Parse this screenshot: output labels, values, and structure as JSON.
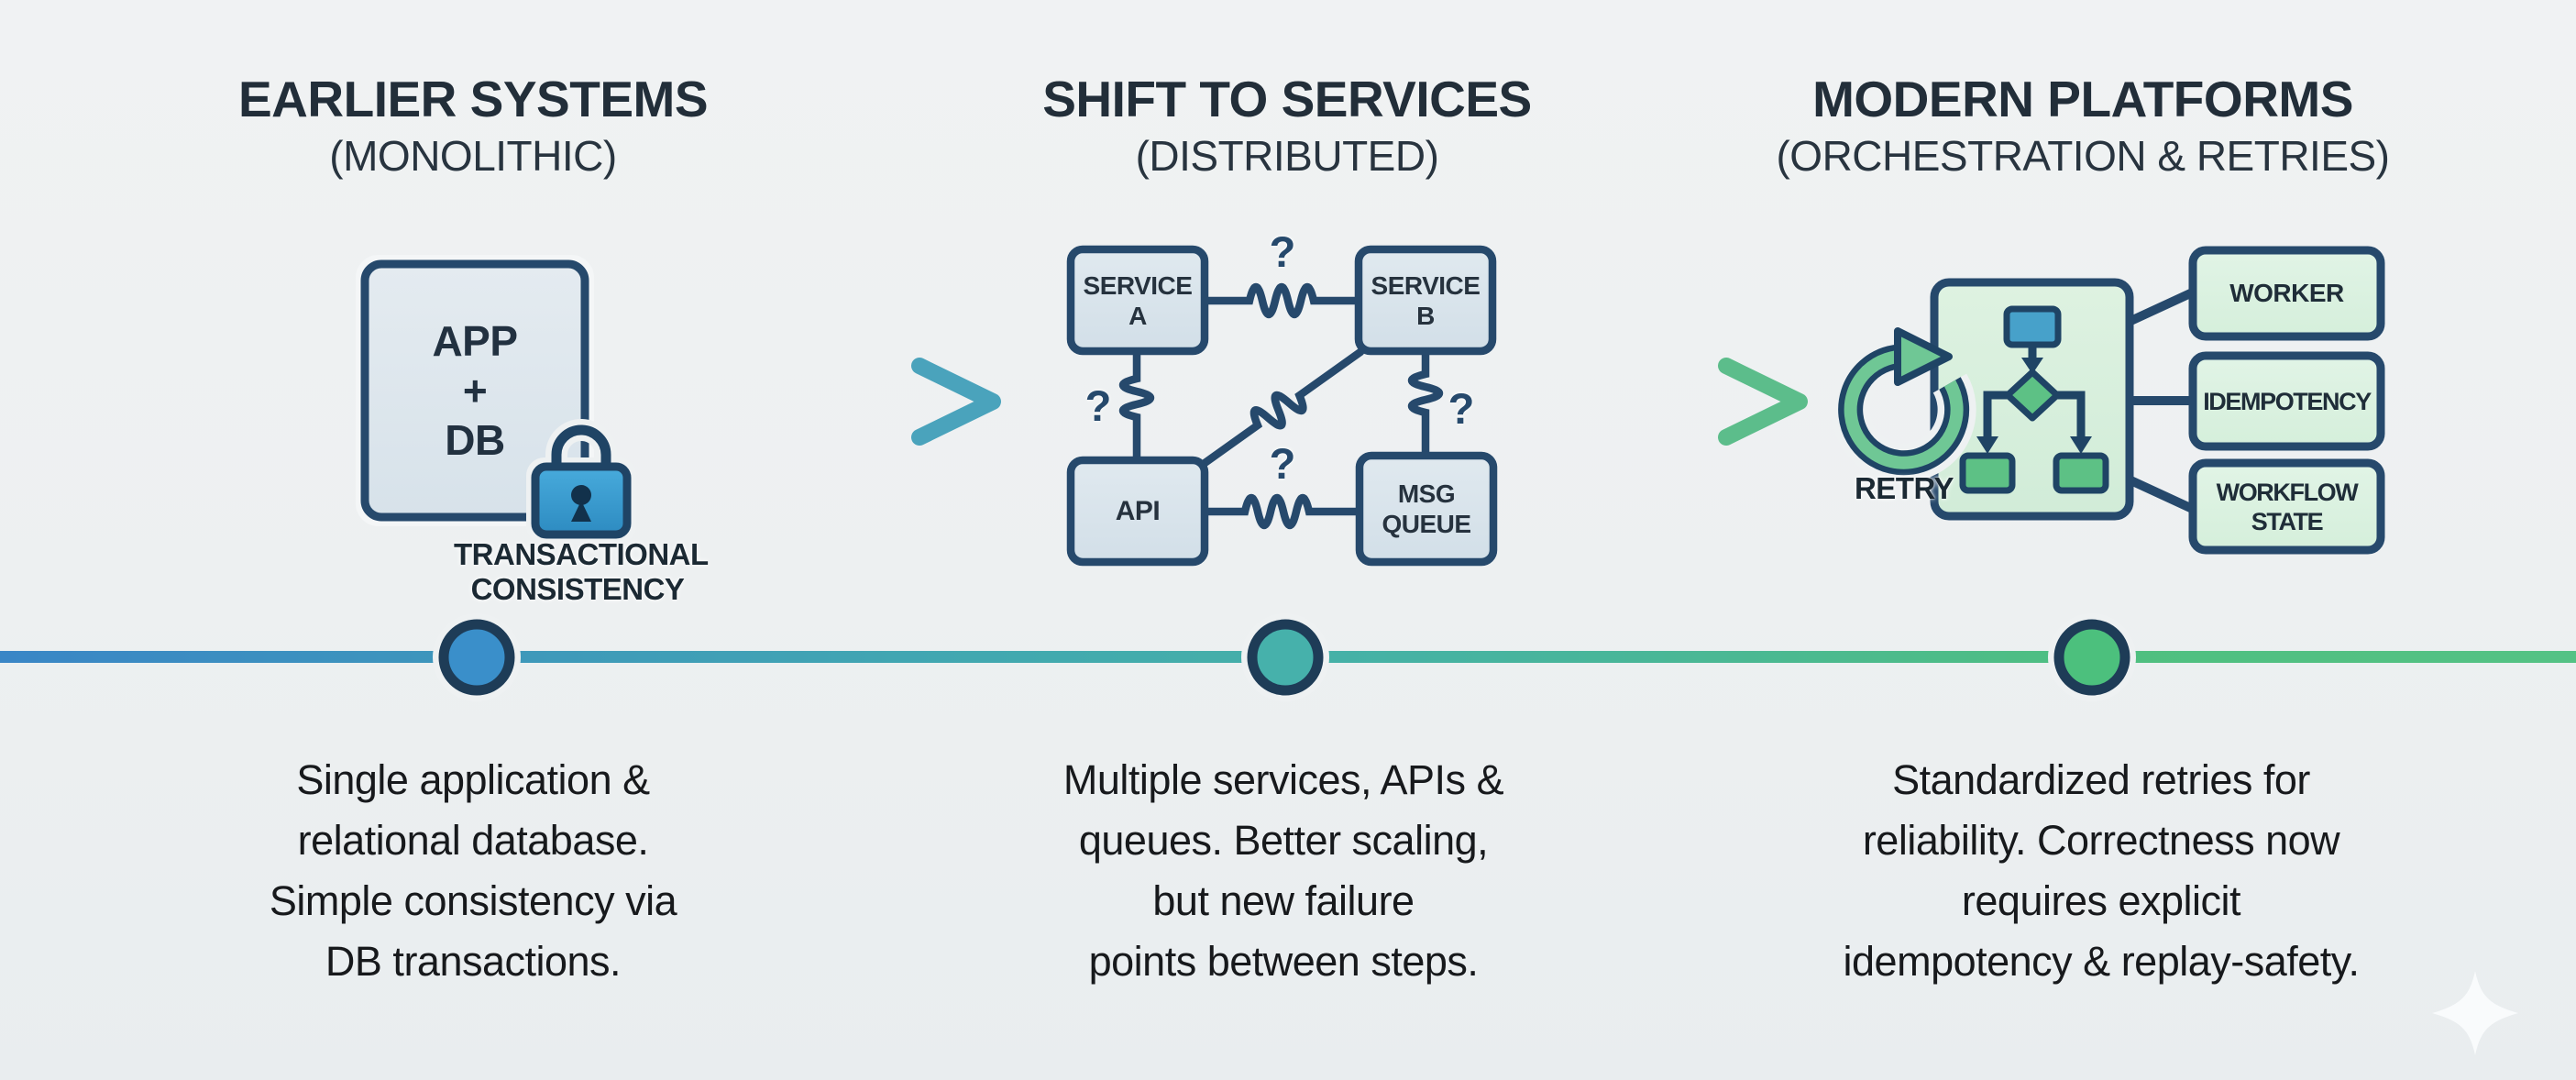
{
  "stages": [
    {
      "title": "EARLIER SYSTEMS",
      "subtitle": "(MONOLITHIC)",
      "monolith_box_lines": [
        "APP",
        "+",
        "DB"
      ],
      "caption_lines": [
        "TRANSACTIONAL",
        "CONSISTENCY"
      ],
      "description_lines": [
        "Single application &",
        "relational database.",
        "Simple consistency via",
        "DB transactions."
      ]
    },
    {
      "title": "SHIFT TO SERVICES",
      "subtitle": "(DISTRIBUTED)",
      "nodes": {
        "service_a_lines": [
          "SERVICE",
          "A"
        ],
        "service_b_lines": [
          "SERVICE",
          "B"
        ],
        "api_label": "API",
        "msg_queue_lines": [
          "MSG",
          "QUEUE"
        ]
      },
      "question_mark": "?",
      "description_lines": [
        "Multiple services, APIs &",
        "queues. Better scaling,",
        "but new failure",
        "points between steps."
      ]
    },
    {
      "title": "MODERN PLATFORMS",
      "subtitle": "(ORCHESTRATION & RETRIES)",
      "retry_label": "RETRY",
      "output_boxes": [
        [
          "WORKER"
        ],
        [
          "IDEMPOTENCY"
        ],
        [
          "WORKFLOW",
          "STATE"
        ]
      ],
      "description_lines": [
        "Standardized retries for",
        "reliability. Correctness now",
        "requires explicit",
        "idempotency & replay-safety."
      ]
    }
  ],
  "colors": {
    "background": "#edf0f1",
    "outline_navy": "#26496c",
    "heading_text": "#222e39",
    "body_text": "#17191c",
    "timeline_blue": "#3a86c6",
    "timeline_teal": "#45b1a7",
    "timeline_green": "#54c285",
    "dot_blue": "#3a8fca",
    "dot_teal": "#46b1ab",
    "dot_green": "#4cc07d",
    "monolith_fill": "#dde7ee",
    "service_node_fill": "#d9e4ec",
    "lock_blue": "#3da0d6",
    "panel_green_fill": "#d9efdd",
    "label_green_fill": "#dcf2e1",
    "flow_blue_node": "#47a1ca",
    "flow_green_node": "#5dc185",
    "retry_green": "#6fc795"
  }
}
